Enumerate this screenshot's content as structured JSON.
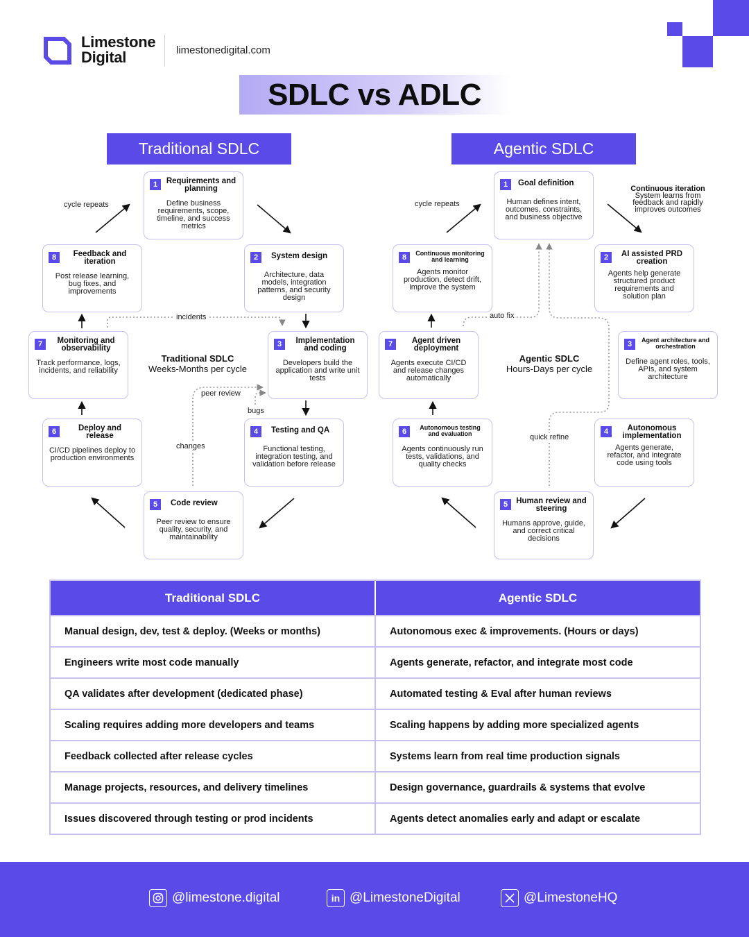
{
  "brand": {
    "name_line1": "Limestone",
    "name_line2": "Digital",
    "url": "limestonedigital.com",
    "accent": "#5a4ae8"
  },
  "title": "SDLC vs ADLC",
  "traditional": {
    "header": "Traditional SDLC",
    "center_title": "Traditional SDLC",
    "center_sub": "Weeks-Months per cycle",
    "steps": [
      {
        "num": "1",
        "title": "Requirements and planning",
        "desc": "Define business requirements, scope, timeline, and success metrics"
      },
      {
        "num": "2",
        "title": "System design",
        "desc": "Architecture, data models, integration patterns, and security design"
      },
      {
        "num": "3",
        "title": "Implementation and coding",
        "desc": "Developers build the application and write unit tests"
      },
      {
        "num": "4",
        "title": "Testing and QA",
        "desc": "Functional testing, integration testing, and validation before release"
      },
      {
        "num": "5",
        "title": "Code review",
        "desc": "Peer review to ensure quality, security, and maintainability"
      },
      {
        "num": "6",
        "title": "Deploy and release",
        "desc": "CI/CD pipelines deploy to production environments"
      },
      {
        "num": "7",
        "title": "Monitoring and observability",
        "desc": "Track performance, logs, incidents, and reliability"
      },
      {
        "num": "8",
        "title": "Feedback and iteration",
        "desc": "Post release learning, bug fixes, and improvements"
      }
    ],
    "labels": {
      "cycle": "cycle repeats",
      "incidents": "incidents",
      "peer_review": "peer review",
      "bugs": "bugs",
      "changes": "changes"
    }
  },
  "agentic": {
    "header": "Agentic SDLC",
    "center_title": "Agentic SDLC",
    "center_sub": "Hours-Days per cycle",
    "continuous_title": "Continuous iteration",
    "continuous_desc": "System learns from feedback and rapidly improves outcomes",
    "steps": [
      {
        "num": "1",
        "title": "Goal definition",
        "desc": "Human defines intent, outcomes, constraints, and business objective"
      },
      {
        "num": "2",
        "title": "AI assisted PRD creation",
        "desc": "Agents help generate structured product requirements and solution plan"
      },
      {
        "num": "3",
        "title": "Agent architecture and orchestration",
        "desc": "Define agent roles, tools, APIs, and system architecture"
      },
      {
        "num": "4",
        "title": "Autonomous implementation",
        "desc": "Agents generate, refactor, and integrate code using tools"
      },
      {
        "num": "5",
        "title": "Human review and steering",
        "desc": "Humans approve, guide, and correct critical decisions"
      },
      {
        "num": "6",
        "title": "Autonomous testing and evaluation",
        "desc": "Agents continuously run tests, validations, and quality checks"
      },
      {
        "num": "7",
        "title": "Agent driven deployment",
        "desc": "Agents execute CI/CD and release changes automatically"
      },
      {
        "num": "8",
        "title": "Continuous monitoring and learning",
        "desc": "Agents monitor production, detect drift, improve the system"
      }
    ],
    "labels": {
      "cycle": "cycle repeats",
      "auto_fix": "auto fix",
      "quick_refine": "quick refine"
    }
  },
  "table": {
    "headers": [
      "Traditional SDLC",
      "Agentic SDLC"
    ],
    "rows": [
      [
        "Manual design, dev, test & deploy. (Weeks or months)",
        "Autonomous exec & improvements. (Hours or days)"
      ],
      [
        "Engineers write most code manually",
        "Agents generate, refactor, and integrate most code"
      ],
      [
        "QA validates after development (dedicated phase)",
        "Automated testing & Eval after human reviews"
      ],
      [
        "Scaling requires adding more developers and teams",
        "Scaling happens by adding more specialized agents"
      ],
      [
        "Feedback collected after release cycles",
        "Systems learn from real time production signals"
      ],
      [
        "Manage projects, resources, and delivery timelines",
        "Design governance, guardrails & systems that evolve"
      ],
      [
        "Issues discovered through testing or prod incidents",
        "Agents detect anomalies early and adapt or escalate"
      ]
    ]
  },
  "social": {
    "instagram": "@limestone.digital",
    "linkedin": "@LimestoneDigital",
    "x": "@LimestoneHQ",
    "instagram_icon": "instagram-icon",
    "linkedin_icon": "linkedin-icon",
    "x_icon": "x-icon"
  }
}
